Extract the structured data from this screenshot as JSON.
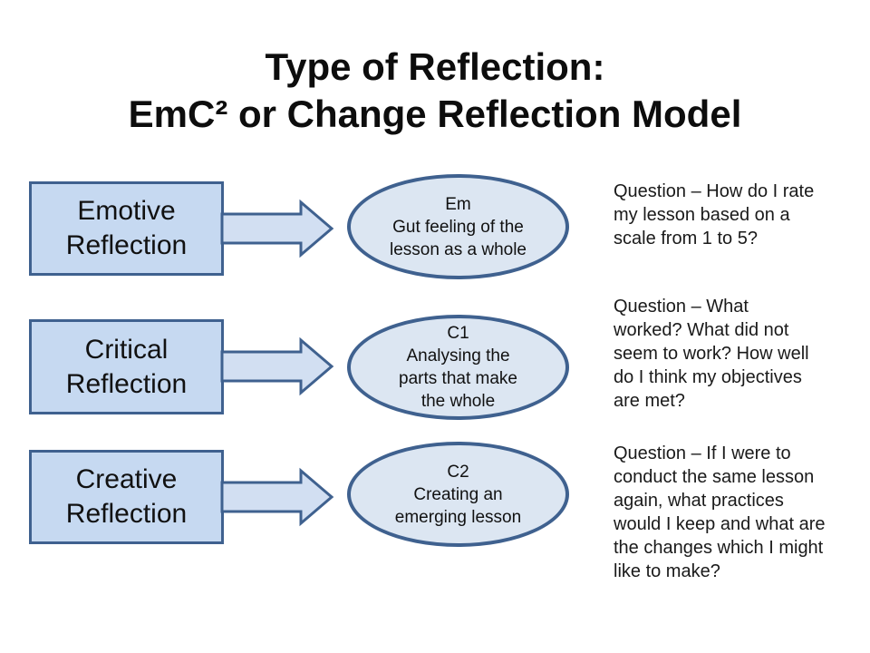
{
  "slide": {
    "title_lines": [
      "Type of Reflection:",
      "EmC² or Change Reflection Model"
    ]
  },
  "colors": {
    "bg": "#ffffff",
    "box_fill": "#c6d9f1",
    "ellipse_fill": "#dce6f2",
    "arrow_fill": "#d2dff2",
    "shape_border": "#3f618f",
    "text": "#111111"
  },
  "rows": [
    {
      "box_label_lines": [
        "Emotive",
        "Reflection"
      ],
      "ellipse_lines": [
        "Em",
        "Gut feeling of the",
        "lesson as a whole"
      ],
      "question_lines": [
        "Question – How do I rate",
        "my lesson based on a",
        "scale from 1 to 5?"
      ]
    },
    {
      "box_label_lines": [
        "Critical",
        "Reflection"
      ],
      "ellipse_lines": [
        "C1",
        "Analysing the",
        "parts that make",
        "the whole"
      ],
      "question_lines": [
        "Question – What",
        "worked? What did not",
        "seem to work? How well",
        "do I think my objectives",
        "are met?"
      ]
    },
    {
      "box_label_lines": [
        "Creative",
        "Reflection"
      ],
      "ellipse_lines": [
        "C2",
        "Creating an",
        "emerging lesson"
      ],
      "question_lines": [
        "Question – If I were to",
        "conduct the same lesson",
        "again, what practices",
        "would I keep and what are",
        "the changes which I might",
        "like to make?"
      ]
    }
  ]
}
